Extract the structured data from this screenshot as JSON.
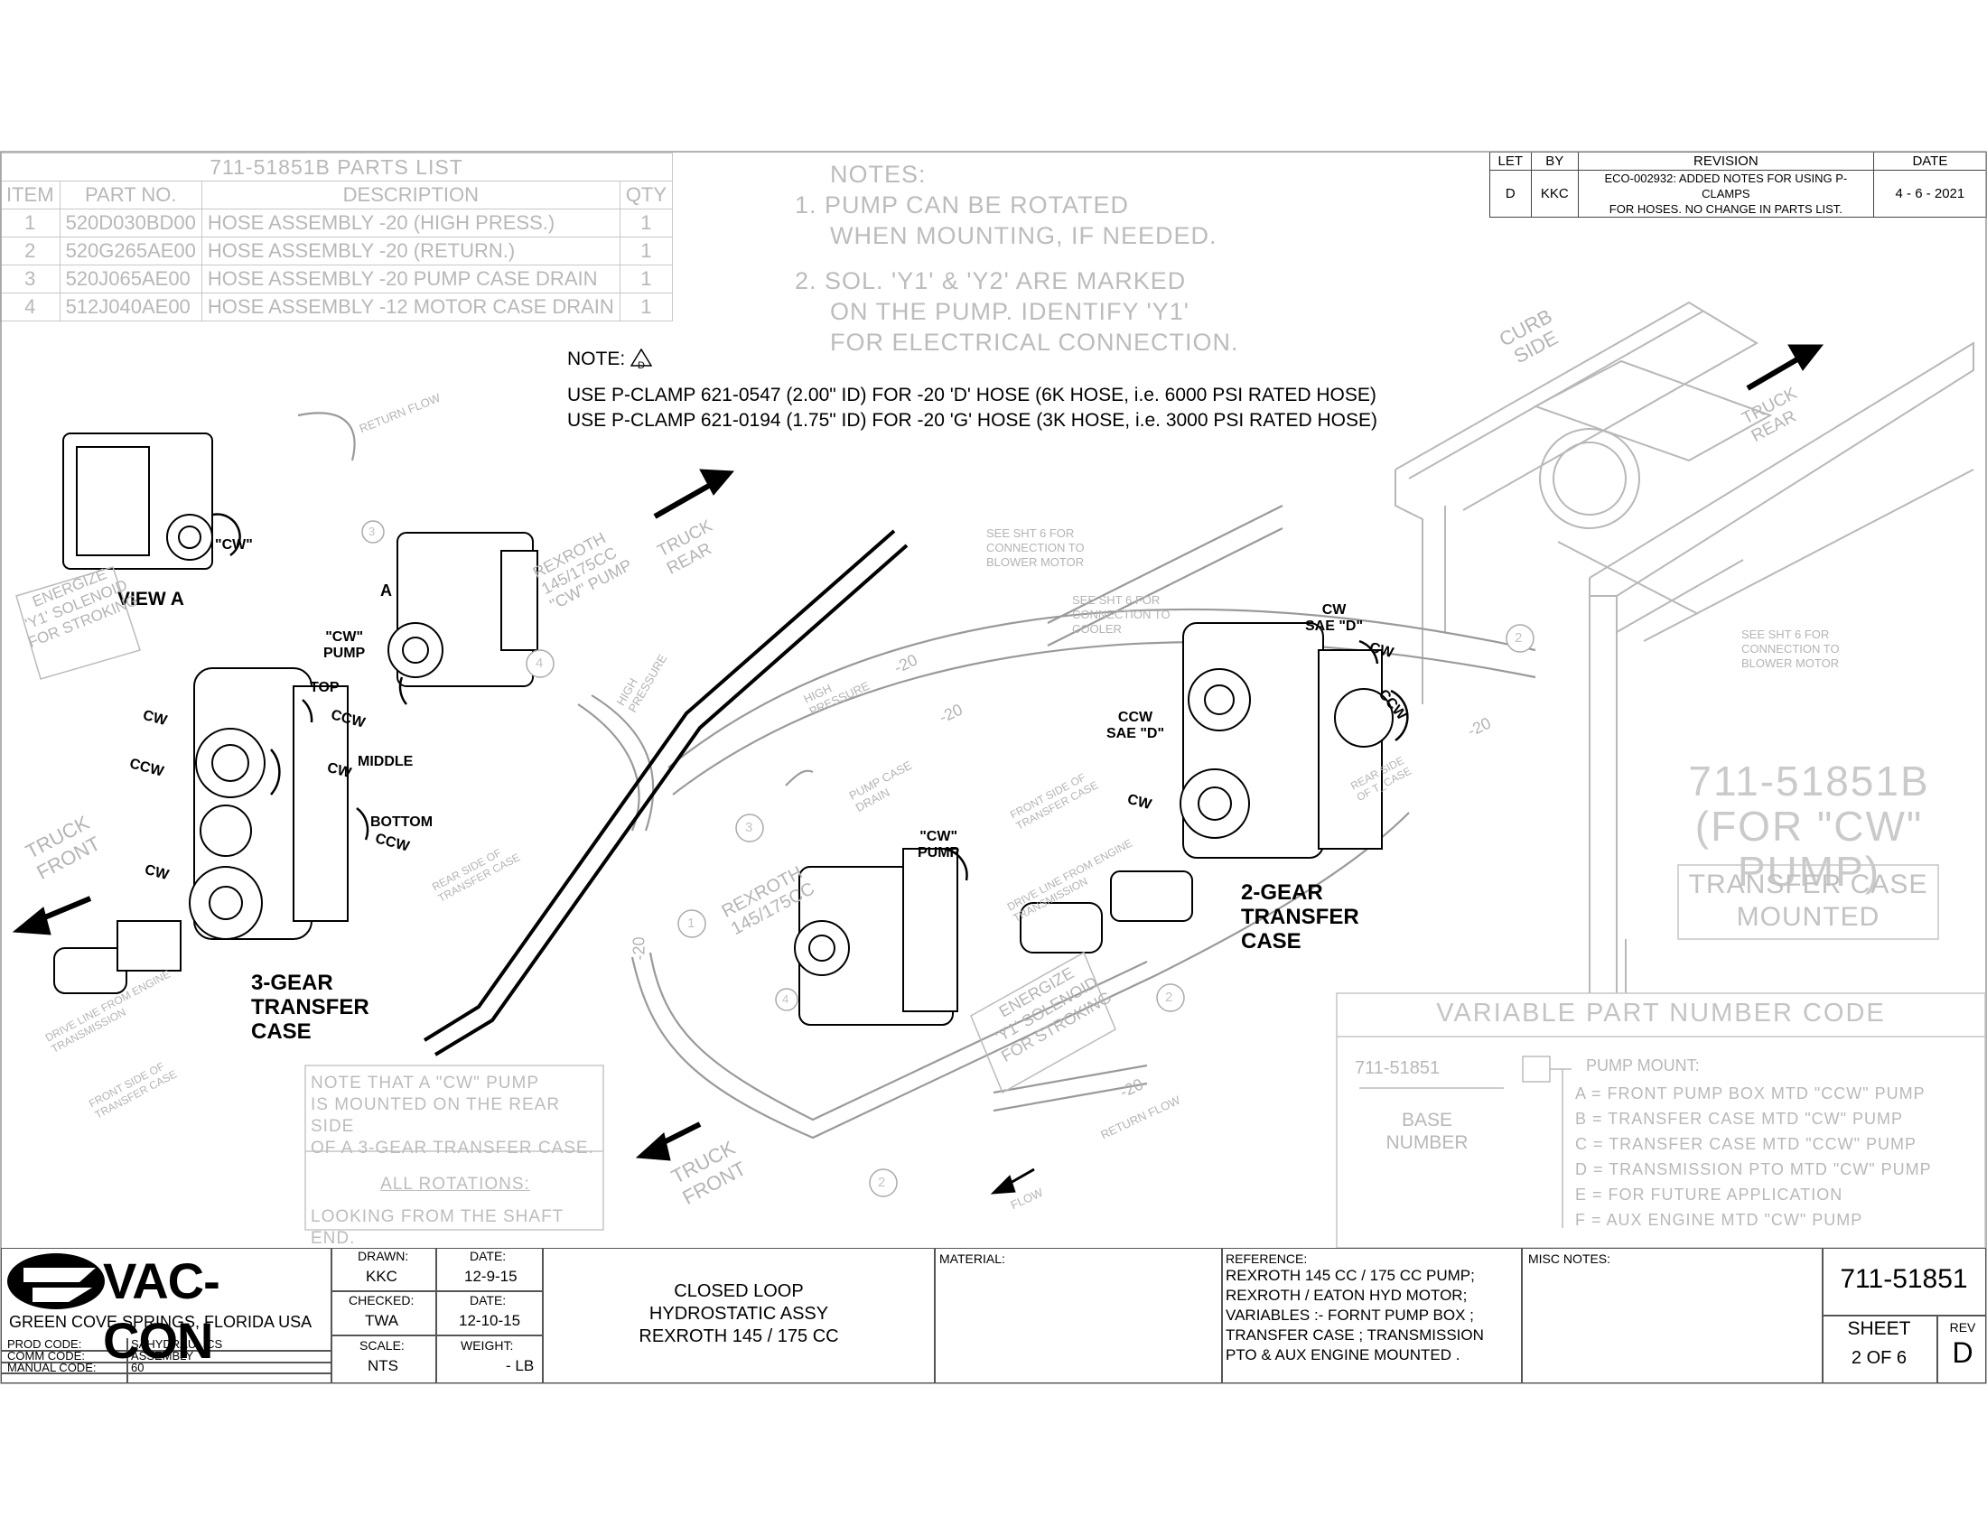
{
  "parts_list": {
    "title": "711-51851B PARTS LIST",
    "headers": [
      "ITEM",
      "PART NO.",
      "DESCRIPTION",
      "QTY"
    ],
    "rows": [
      {
        "item": "1",
        "part": "520D030BD00",
        "desc": "HOSE ASSEMBLY -20 (HIGH PRESS.)",
        "qty": "1"
      },
      {
        "item": "2",
        "part": "520G265AE00",
        "desc": "HOSE ASSEMBLY -20 (RETURN.)",
        "qty": "1"
      },
      {
        "item": "3",
        "part": "520J065AE00",
        "desc": "HOSE ASSEMBLY -20  PUMP CASE DRAIN",
        "qty": "1"
      },
      {
        "item": "4",
        "part": "512J040AE00",
        "desc": "HOSE ASSEMBLY -12 MOTOR CASE DRAIN",
        "qty": "1"
      }
    ]
  },
  "notes": {
    "heading": "NOTES:",
    "n1a": "1. PUMP CAN BE ROTATED",
    "n1b": "WHEN MOUNTING, IF NEEDED.",
    "n2a": "2. SOL. 'Y1' & 'Y2' ARE MARKED",
    "n2b": "ON THE PUMP. IDENTIFY 'Y1'",
    "n2c": "FOR ELECTRICAL CONNECTION."
  },
  "revision": {
    "headers": [
      "LET",
      "BY",
      "REVISION",
      "DATE"
    ],
    "let": "D",
    "by": "KKC",
    "text1": "ECO-002932: ADDED NOTES FOR USING P-CLAMPS",
    "text2": "FOR HOSES. NO CHANGE IN PARTS LIST.",
    "date": "4 - 6 - 2021"
  },
  "pclamp_note": {
    "label": "NOTE:",
    "flag": "D",
    "line1": "USE P-CLAMP 621-0547 (2.00\" ID) FOR -20 'D' HOSE (6K HOSE, i.e. 6000 PSI RATED HOSE)",
    "line2": "USE P-CLAMP 621-0194 (1.75\" ID) FOR -20 'G' HOSE (3K HOSE, i.e. 3000 PSI RATED HOSE)"
  },
  "diagram_labels": {
    "view_a": "VIEW A",
    "cw_q": "\"CW\"",
    "cw_pump": "\"CW\"",
    "pump": "PUMP",
    "a": "A",
    "top": "TOP",
    "middle": "MIDDLE",
    "bottom": "BOTTOM",
    "cw": "CW",
    "ccw": "CCW",
    "three_gear_1": "3-GEAR",
    "three_gear_2": "TRANSFER",
    "three_gear_3": "CASE",
    "two_gear_1": "2-GEAR",
    "two_gear_2": "TRANSFER",
    "two_gear_3": "CASE",
    "cw_sae": "CW",
    "sae_d1": "SAE \"D\"",
    "ccw_sae": "CCW",
    "sae_d2": "SAE \"D\"",
    "energize_1": "ENERGIZE",
    "energize_2": "'Y1' SOLENOID",
    "energize_3": "FOR STROKING",
    "return_flow": "RETURN FLOW",
    "rexroth_1": "REXROTH",
    "rexroth_2": "145/175CC",
    "rexroth_3": "\"CW\" PUMP",
    "truck_rear": "TRUCK REAR",
    "truck_front": "TRUCK FRONT",
    "high_pressure": "HIGH PRESSURE",
    "see_sht6_blower": "SEE SHT 6 FOR CONNECTION TO BLOWER MOTOR",
    "see_sht6_cooler": "SEE SHT 6 FOR CONNECTION TO COOLER",
    "dash20": "-20",
    "pump_case_drain": "PUMP CASE DRAIN",
    "front_side_tc": "FRONT SIDE OF TRANSFER CASE",
    "rear_side_tc": "REAR SIDE OF TRANSFER CASE",
    "rear_side_tcase": "REAR SIDE OF T_CASE",
    "drive_line": "DRIVE LINE FROM ENGINE TRANSMISSION",
    "curb_side": "CURB SIDE",
    "flow": "FLOW",
    "big_part": "711-51851B",
    "big_part_sub": "(FOR \"CW\" PUMP)",
    "tc_mounted_1": "TRANSFER CASE",
    "tc_mounted_2": "MOUNTED",
    "callout_1": "1",
    "callout_2": "2",
    "callout_3": "3",
    "callout_4": "4"
  },
  "cw_note": {
    "line1": "NOTE THAT A \"CW\" PUMP",
    "line2": "IS MOUNTED ON THE REAR SIDE",
    "line3": "OF A 3-GEAR TRANSFER CASE.",
    "line4": "ALL ROTATIONS:",
    "line5": "LOOKING FROM THE SHAFT END."
  },
  "variable_code": {
    "title": "VARIABLE PART NUMBER CODE",
    "base": "711-51851",
    "base_label1": "BASE",
    "base_label2": "NUMBER",
    "mount_label": "PUMP MOUNT:",
    "options": [
      "A = FRONT PUMP BOX MTD \"CCW\" PUMP",
      "B = TRANSFER CASE MTD \"CW\" PUMP",
      "C = TRANSFER CASE MTD \"CCW\" PUMP",
      "D = TRANSMISSION PTO MTD \"CW\" PUMP",
      "E = FOR FUTURE APPLICATION",
      "F = AUX ENGINE MTD \"CW\" PUMP"
    ]
  },
  "title_block": {
    "company": "VAC-CON",
    "location": "GREEN COVE SPRINGS, FLORIDA USA",
    "prod_code_label": "PROD CODE:",
    "prod_code": "SAHYDRAULICS",
    "comm_code_label": "COMM CODE:",
    "comm_code": "ASSEMBLY",
    "manual_code_label": "MANUAL CODE:",
    "manual_code": "60",
    "drawn_label": "DRAWN:",
    "drawn": "KKC",
    "date_label": "DATE:",
    "drawn_date": "12-9-15",
    "checked_label": "CHECKED:",
    "checked": "TWA",
    "checked_date": "12-10-15",
    "scale_label": "SCALE:",
    "scale": "NTS",
    "weight_label": "WEIGHT:",
    "weight": "- LB",
    "title1": "CLOSED  LOOP",
    "title2": "HYDROSTATIC  ASSY",
    "title3": "REXROTH  145 / 175 CC",
    "material_label": "MATERIAL:",
    "reference_label": "REFERENCE:",
    "ref1": "REXROTH  145 CC / 175 CC  PUMP;",
    "ref2": "REXROTH  /  EATON  HYD  MOTOR;",
    "ref3": "VARIABLES :-   FORNT  PUMP  BOX ;",
    "ref4": "TRANSFER  CASE ; TRANSMISSION",
    "ref5": "PTO  &  AUX  ENGINE  MOUNTED .",
    "misc_label": "MISC NOTES:",
    "drawing_no": "711-51851",
    "sheet_label": "SHEET",
    "sheet": "2 OF 6",
    "rev_label": "REV",
    "rev": "D"
  }
}
